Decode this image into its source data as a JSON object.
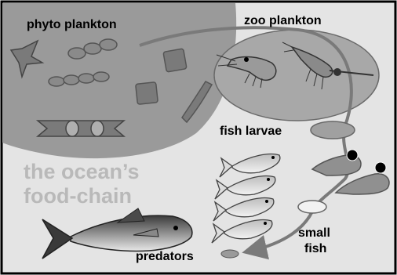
{
  "diagram": {
    "labels": {
      "phyto": "phyto plankton",
      "zoo": "zoo plankton",
      "larvae": "fish larvae",
      "small_fish_line1": "small",
      "small_fish_line2": "fish",
      "predators": "predators",
      "title_line1": "the ocean’s",
      "title_line2": "food-chain"
    },
    "colors": {
      "background": "#e4e4e4",
      "phyto_blob": "#9a9a9a",
      "zoo_blob": "#a8a8a8",
      "arrow": "#7a7a7a",
      "title_text": "#b9b9b9",
      "label_text": "#000000"
    }
  }
}
